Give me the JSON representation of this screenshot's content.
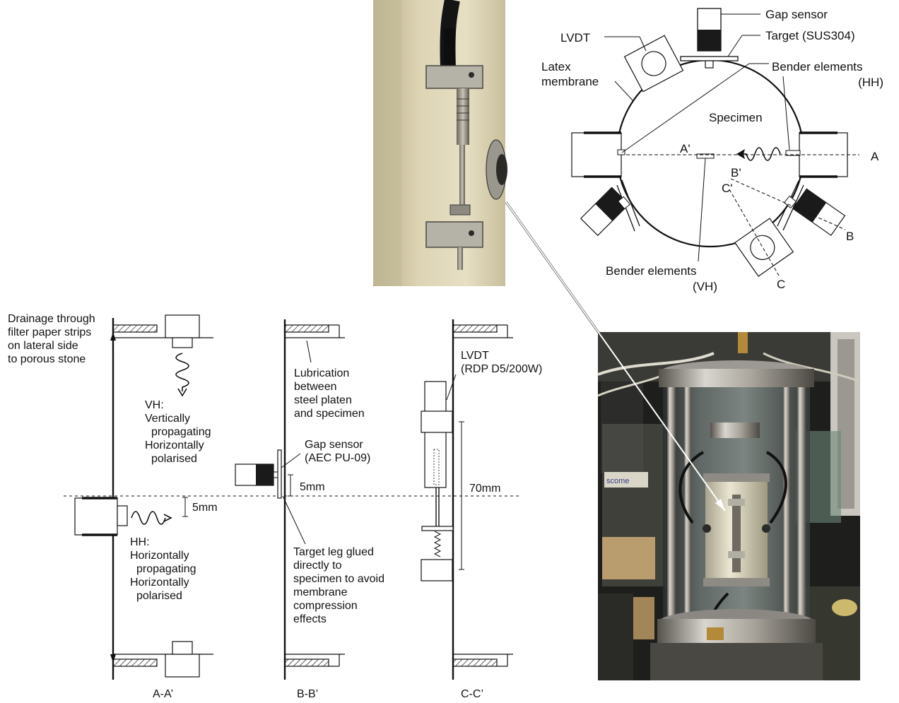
{
  "top_view": {
    "gap_sensor": "Gap sensor",
    "target": "Target (SUS304)",
    "lvdt": "LVDT",
    "latex_line1": "Latex",
    "latex_line2": "membrane",
    "bender_hh_line1": "Bender elements",
    "bender_hh_line2": "(HH)",
    "specimen": "Specimen",
    "a_prime": "A'",
    "a": "A",
    "b_prime": "B'",
    "c_prime": "C'",
    "b": "B",
    "c": "C",
    "bender_vh_line1": "Bender elements",
    "bender_vh_line2": "(VH)"
  },
  "section_aa": {
    "drainage": [
      "Drainage through",
      "filter paper strips",
      "on lateral side",
      "to porous stone"
    ],
    "vh": [
      "VH:",
      "Vertically",
      "propagating",
      "Horizontally",
      "polarised"
    ],
    "hh": [
      "HH:",
      "Horizontally",
      "propagating",
      "Horizontally",
      "polarised"
    ],
    "dim_5mm": "5mm",
    "caption": "A-A’"
  },
  "section_bb": {
    "lubrication": [
      "Lubrication",
      "between",
      "steel platen",
      "and specimen"
    ],
    "gap_sensor": [
      "Gap sensor",
      "(AEC PU-09)"
    ],
    "dim_5mm": "5mm",
    "target_leg": [
      "Target leg glued",
      "directly to",
      "specimen to avoid",
      "membrane",
      "compression",
      "effects"
    ],
    "caption": "B-B’"
  },
  "section_cc": {
    "lvdt": [
      "LVDT",
      "(RDP D5/200W)"
    ],
    "dim_70mm": "70mm",
    "caption": "C-C’"
  },
  "photos": {
    "photo_sign_text": "scome"
  },
  "colors": {
    "line": "#111111",
    "sensor_fill": "#1a1a1a",
    "photo_wall": "#d8cfae",
    "photo_bg_dark": "#1e1f1c"
  }
}
